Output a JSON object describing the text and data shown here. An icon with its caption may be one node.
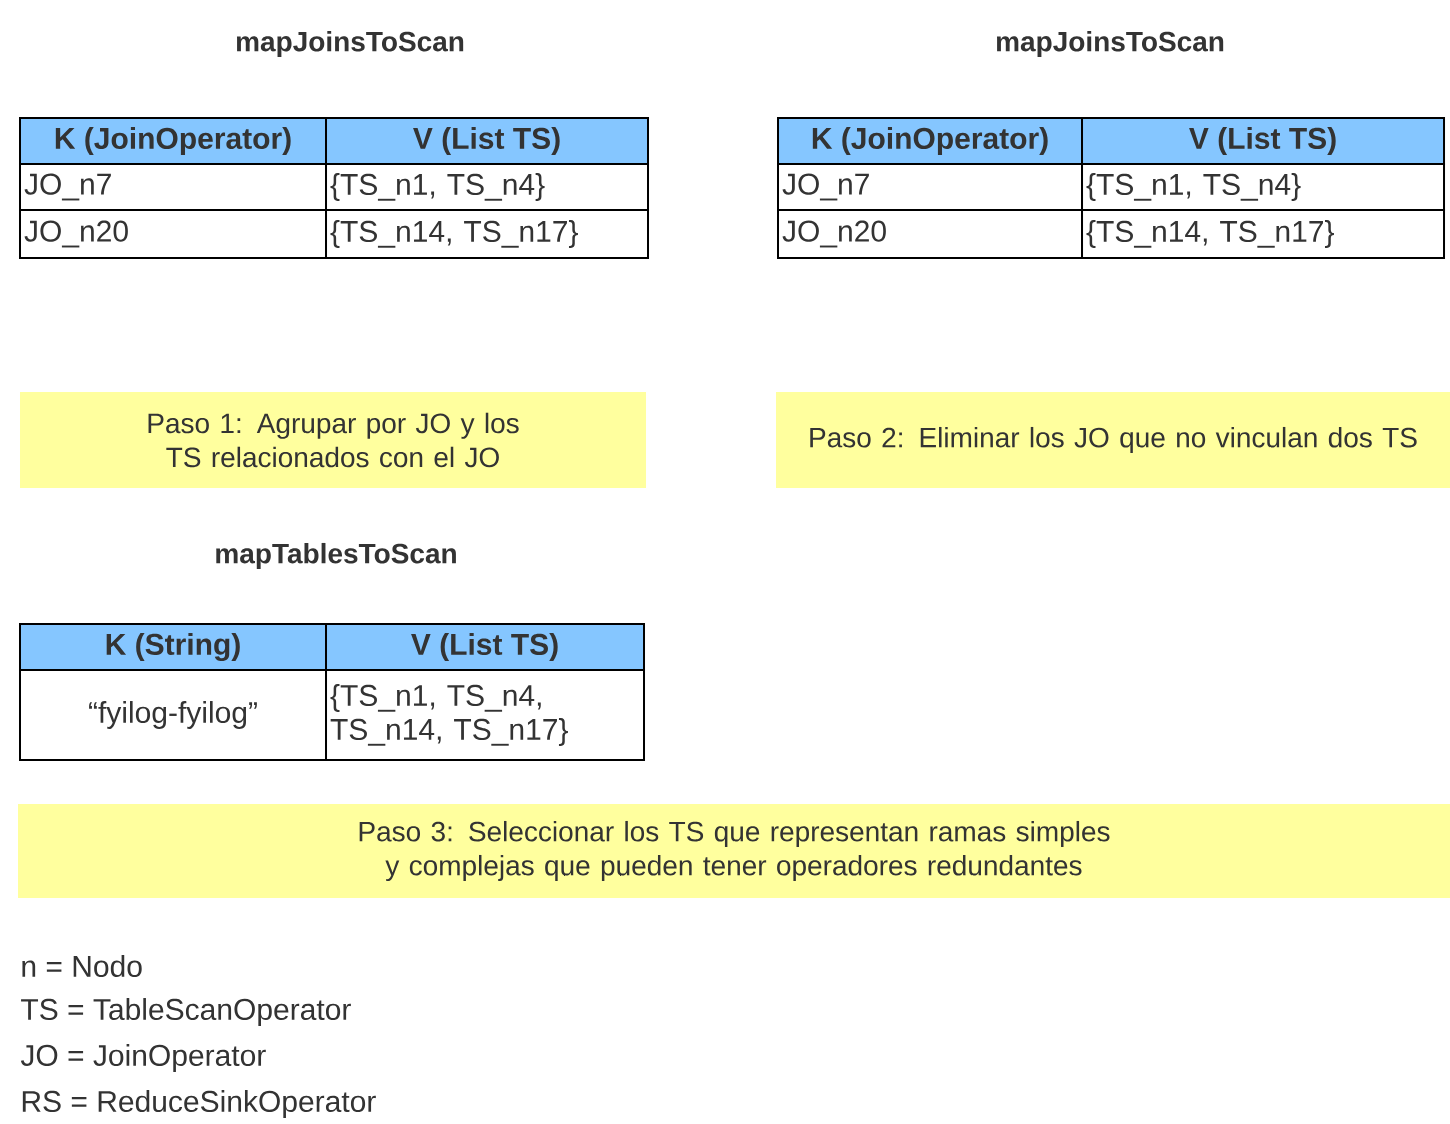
{
  "diagram": {
    "nodes": [
      {
        "text": [
          "Paso 1: Agrupar por JO y los TS relacionados con el JO"
        ]
      },
      {
        "text": [
          "Paso 2: Eliminar los JO que no vinculan dos TS"
        ]
      },
      {
        "text": [
          "Paso 3: Seleccionar los TS que representan ramas simples y complejas que pueden tener operadores redundantes"
        ]
      }
    ],
    "labels": [
      "mapJoinsToScan",
      "mapJoinsToScan",
      "K (JoinOperator)",
      "V (List TS)",
      "JO_n7",
      "{TS_n1, TS_n4}",
      "JO_n20",
      "{TS_n14, TS_n17}",
      "K (JoinOperator)",
      "V (List TS)",
      "JO_n7",
      "{TS_n1, TS_n4}",
      "JO_n20",
      "{TS_n14, TS_n17}",
      "mapTablesToScan",
      "K (String)",
      "V (List TS)",
      "“fyilog-fyilog”",
      "{TS_n1, TS_n4, TS_n14, TS_n17}",
      "n = Nodo",
      "TS = TableScanOperator",
      "JO = JoinOperator",
      "RS = ReduceSinkOperator"
    ]
  }
}
